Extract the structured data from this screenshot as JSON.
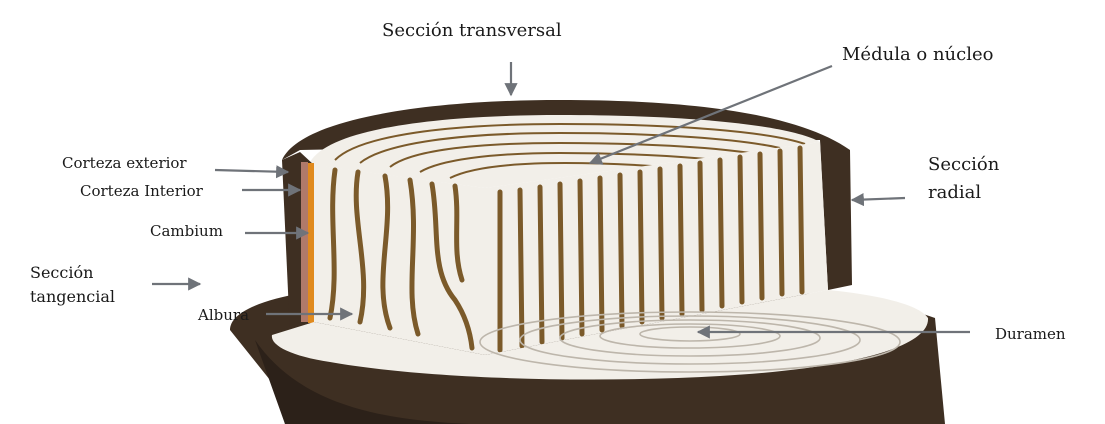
{
  "labels": {
    "seccion_transversal": "Sección transversal",
    "medula": "Médula o núcleo",
    "seccion_radial_1": "Sección",
    "seccion_radial_2": "radial",
    "corteza_exterior": "Corteza exterior",
    "corteza_interior": "Corteza Interior",
    "cambium": "Cambium",
    "seccion_tangencial_1": "Sección",
    "seccion_tangencial_2": "tangencial",
    "albura": "Albura",
    "duramen": "Duramen"
  },
  "colors": {
    "bark_dark": "#3e2f22",
    "bark_mid": "#5a4530",
    "wood_light": "#f2efe9",
    "grain_brown": "#7b5a2a",
    "cambium_orange": "#e08a1e",
    "inner_bark": "#b07a6a",
    "arrow_gray": "#6f7379"
  }
}
